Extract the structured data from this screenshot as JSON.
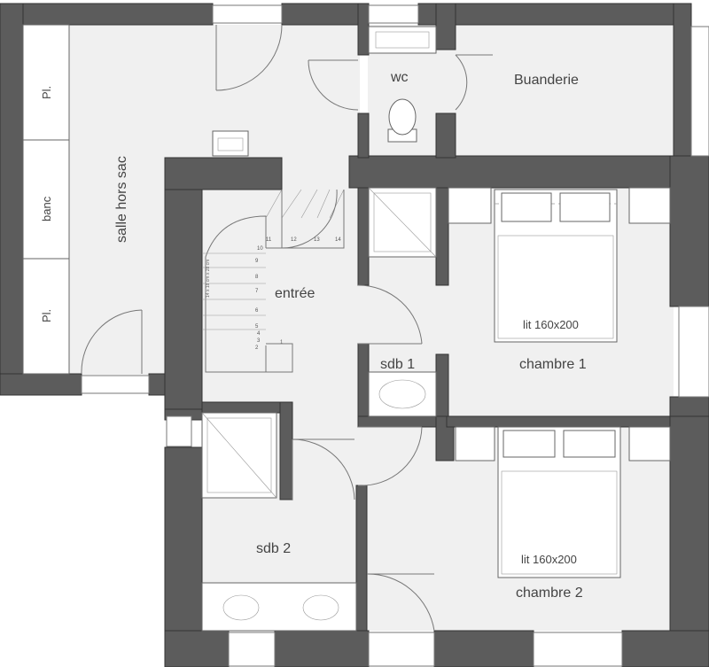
{
  "rooms": {
    "wc": "wc",
    "buanderie": "Buanderie",
    "salle_hors_sac": "salle hors sac",
    "placard_top": "Pl.",
    "banc": "banc",
    "placard_bottom": "Pl.",
    "entree": "entrée",
    "sdb1": "sdb 1",
    "chambre1": "chambre 1",
    "chambre2": "chambre 2",
    "sdb2": "sdb 2"
  },
  "beds": {
    "bed1": "lit 160x200",
    "bed2": "lit 160x200"
  },
  "stairs": {
    "spec": "14 x 18 cm x 28 cm",
    "steps": [
      "1",
      "2",
      "3",
      "4",
      "5",
      "6",
      "7",
      "8",
      "9",
      "10",
      "11",
      "12",
      "13",
      "14"
    ]
  },
  "colors": {
    "wall": "#5c5c5c",
    "floor": "#f0f0f0",
    "text": "#444444"
  }
}
